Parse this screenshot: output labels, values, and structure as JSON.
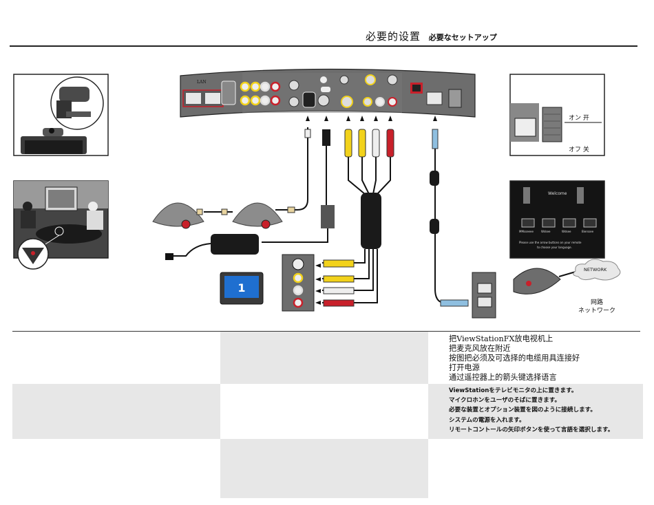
{
  "header": {
    "title_zh": "必要的设置",
    "title_ja": "必要なセットアップ"
  },
  "diagram": {
    "power_switch": {
      "on_label": "オン 开",
      "off_label": "オフ 关"
    },
    "welcome_screen": {
      "title": "Welcome",
      "languages": [
        "MMsseeee",
        "Wdsee",
        "Wdsee",
        "Bierssee"
      ],
      "instruction_line1": "Please use the arrow buttons on your remote",
      "instruction_line2": "to choose your language."
    },
    "tv_channel": "1",
    "network_cloud_label": "NETWORK",
    "network_label_zh": "网路",
    "network_label_ja": "ネットワーク",
    "lan_label": "LAN"
  },
  "steps_zh": [
    "把ViewStationFX放电视机上",
    "把麦克风放在附近",
    "按图把必须及可选择的电缆用具连接好",
    "打开电源",
    "通过遥控器上的箭头键选择语言"
  ],
  "steps_ja": [
    "ViewStationをテレビモニタの上に置きます。",
    "マイクロホンをユーザのそばに置きます。",
    "必要な装置とオプション装置を図のように接続します。",
    "システムの電源を入れます。",
    "リモートコントールの矢印ボタンを使って言語を選択します。"
  ],
  "colors": {
    "video_yellow": "#f2d21b",
    "audio_red": "#c8202a",
    "audio_white": "#eeeeee",
    "network_blue": "#8fbfe0",
    "panel_gray": "#6d6d6d",
    "screen_blue": "#1f6fd0"
  }
}
